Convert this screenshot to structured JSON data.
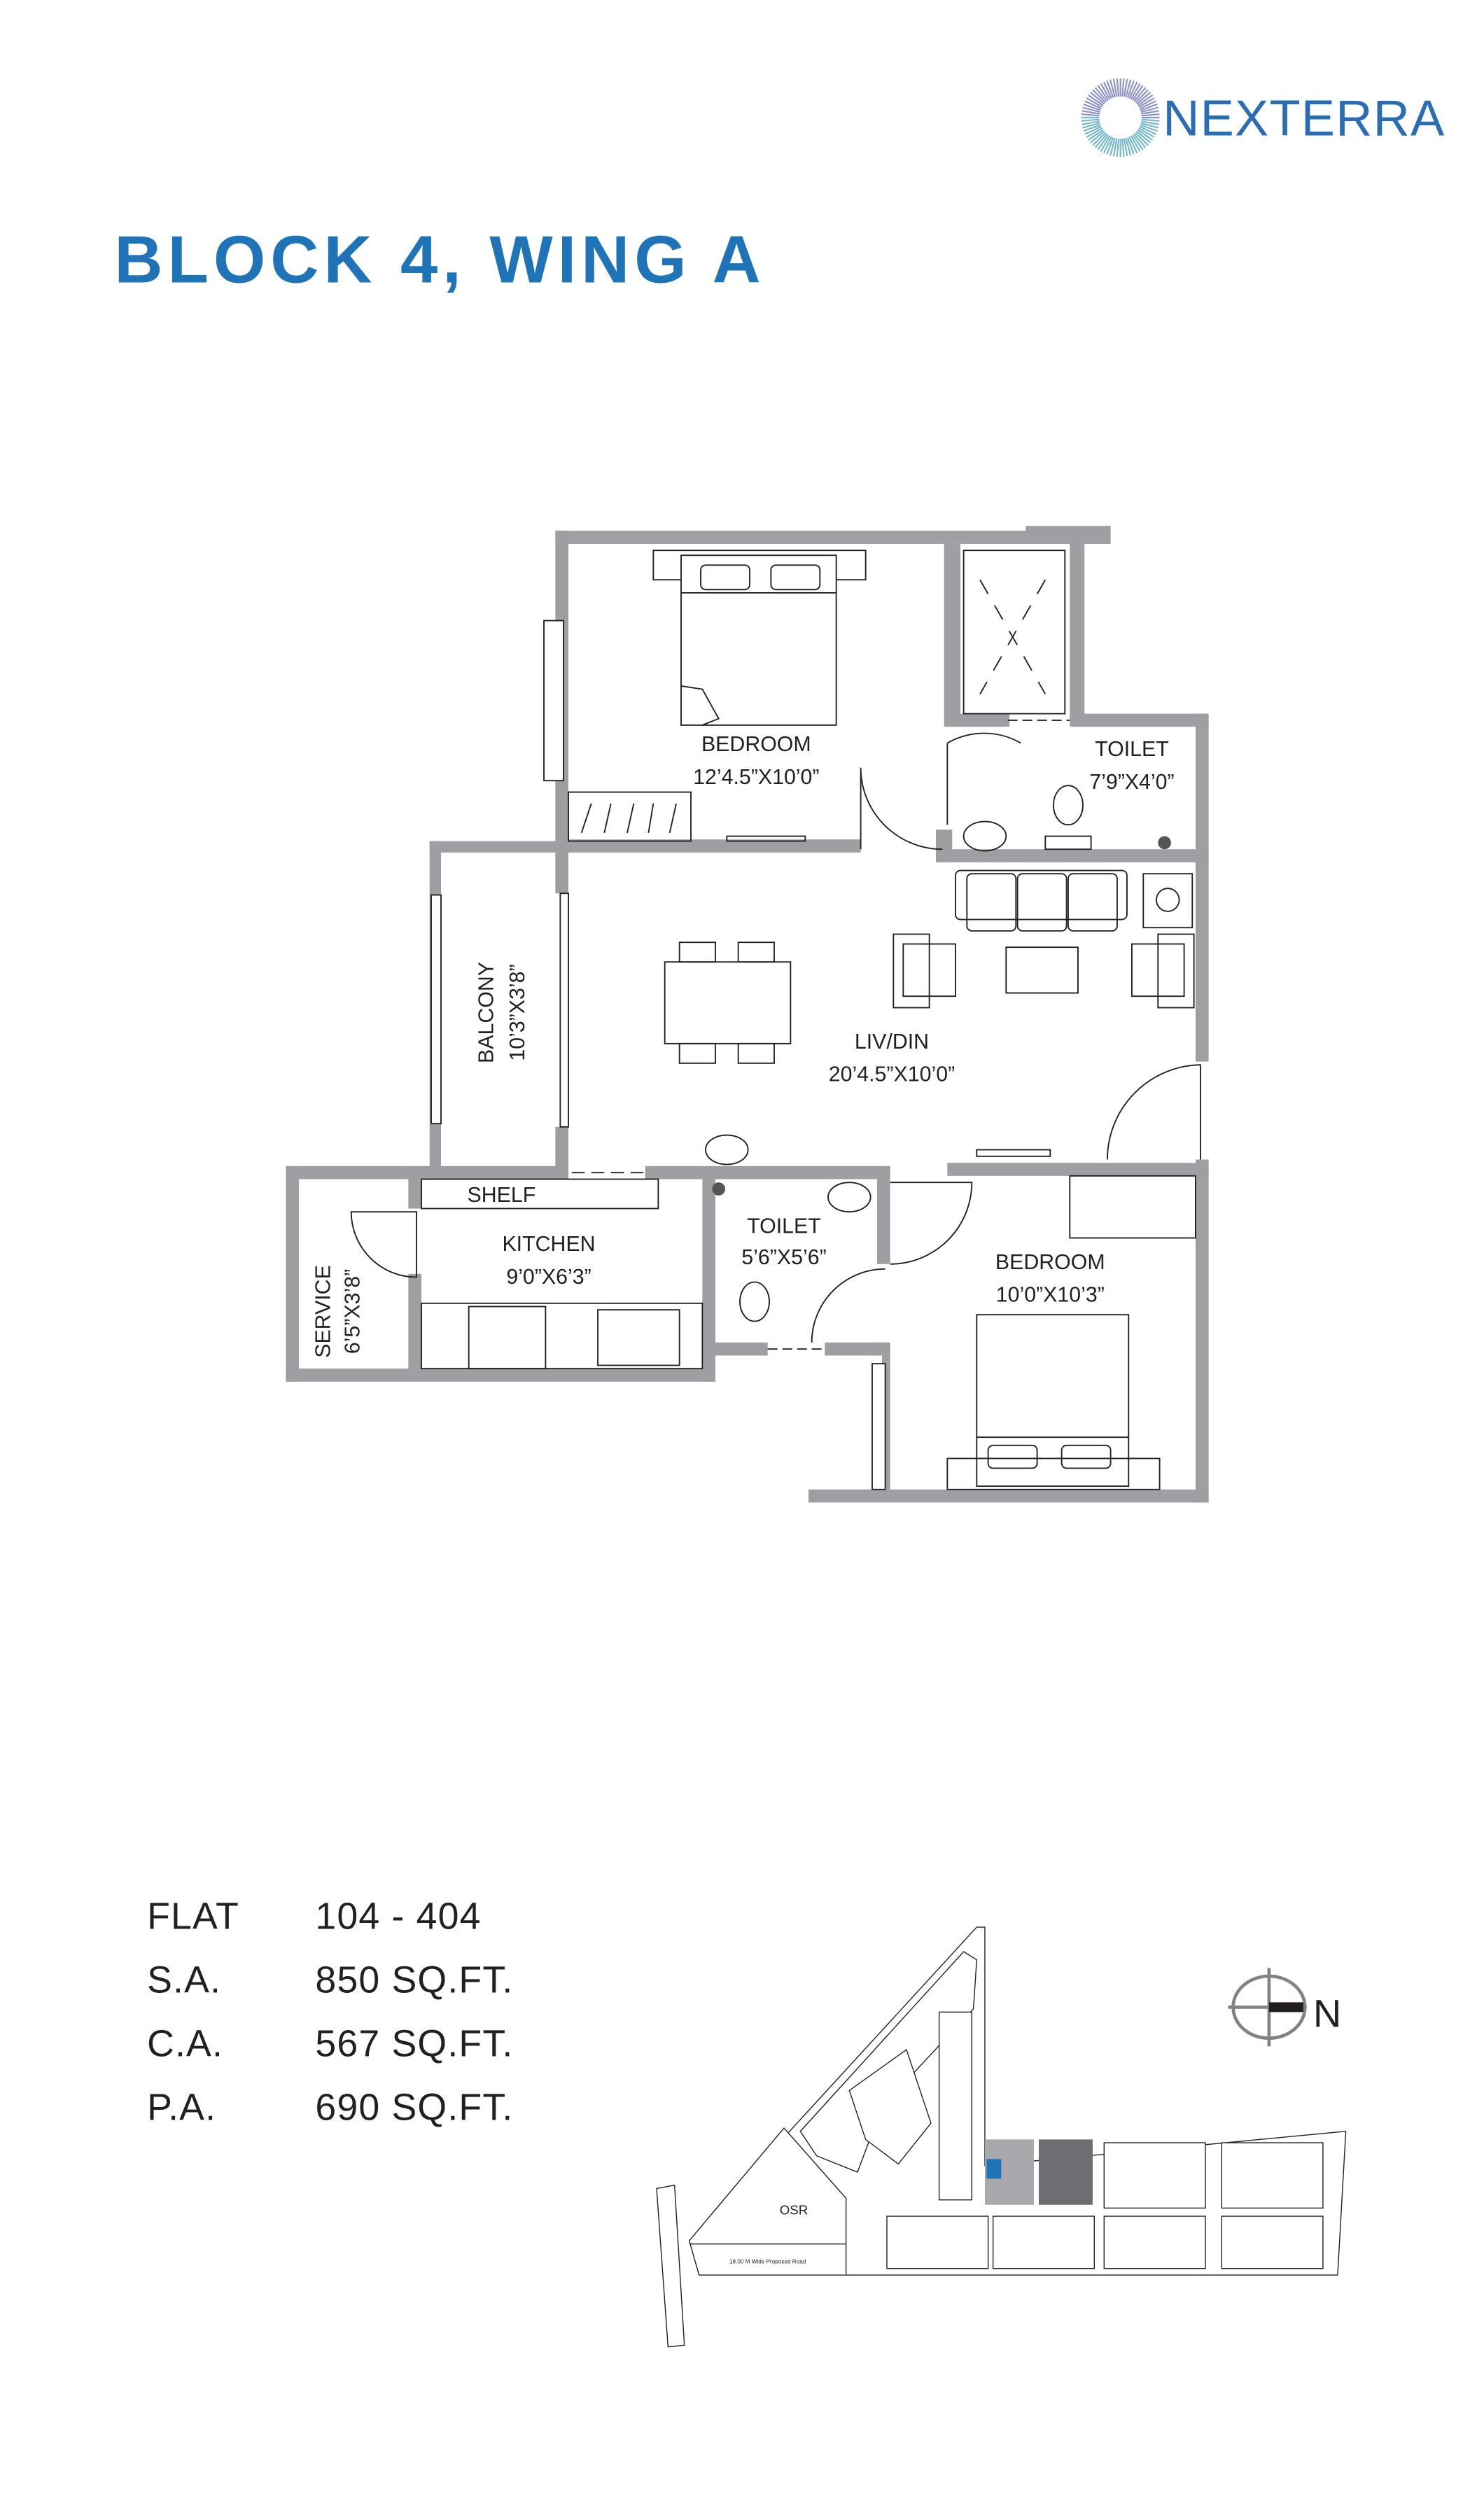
{
  "brand": {
    "name": "NEXTERRA",
    "color": "#2a6db5"
  },
  "title": "BLOCK 4, WING A",
  "title_color": "#1f73b7",
  "rooms": {
    "bedroom1": {
      "name": "BEDROOM",
      "size": "12’4.5”X10’0”"
    },
    "toilet1": {
      "name": "TOILET",
      "size": "7’9”X4’0”"
    },
    "balcony": {
      "name": "BALCONY",
      "size": "10’3”X3’8”"
    },
    "livdin": {
      "name": "LIV/DIN",
      "size": "20’4.5”X10’0”"
    },
    "shelf": {
      "name": "SHELF"
    },
    "kitchen": {
      "name": "KITCHEN",
      "size": "9’0”X6’3”"
    },
    "service": {
      "name": "SERVICE",
      "size": "6’5”X3’8”"
    },
    "toilet2": {
      "name": "TOILET",
      "size": "5’6”X5’6”"
    },
    "bedroom2": {
      "name": "BEDROOM",
      "size": "10’0”X10’3”"
    }
  },
  "specs": [
    {
      "label": "FLAT",
      "value": "104 - 404"
    },
    {
      "label": "S.A.",
      "value": "850 SQ.FT."
    },
    {
      "label": "C.A.",
      "value": "567 SQ.FT."
    },
    {
      "label": "P.A.",
      "value": "690 SQ.FT."
    }
  ],
  "site_plan": {
    "osr": "OSR",
    "road": "18.00 M Wide Proposed Road",
    "north": "N",
    "highlight_color": "#1f73b7"
  },
  "colors": {
    "wall": "#9d9fa2",
    "line": "#231f20"
  }
}
